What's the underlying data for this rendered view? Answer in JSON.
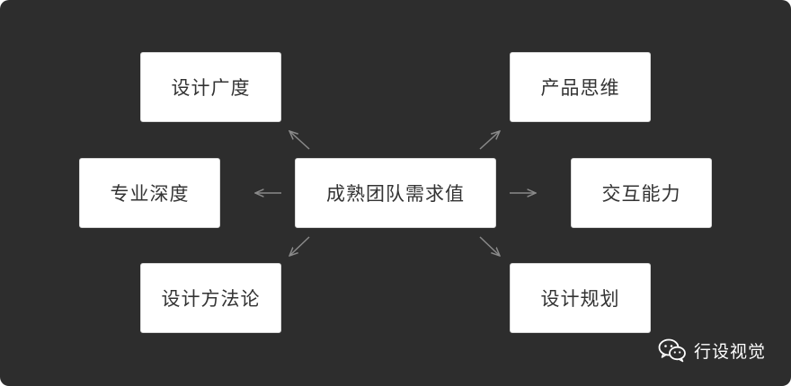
{
  "diagram": {
    "center": "成熟团队需求值",
    "nodes": {
      "top_left": "设计广度",
      "mid_left": "专业深度",
      "bottom_left": "设计方法论",
      "top_right": "产品思维",
      "mid_right": "交互能力",
      "bottom_right": "设计规划"
    }
  },
  "watermark": {
    "icon": "wechat-icon",
    "text": "行设视觉"
  },
  "colors": {
    "background": "#2d2d2d",
    "box": "#ffffff",
    "text": "#333333",
    "arrow": "#8a8a8a"
  }
}
